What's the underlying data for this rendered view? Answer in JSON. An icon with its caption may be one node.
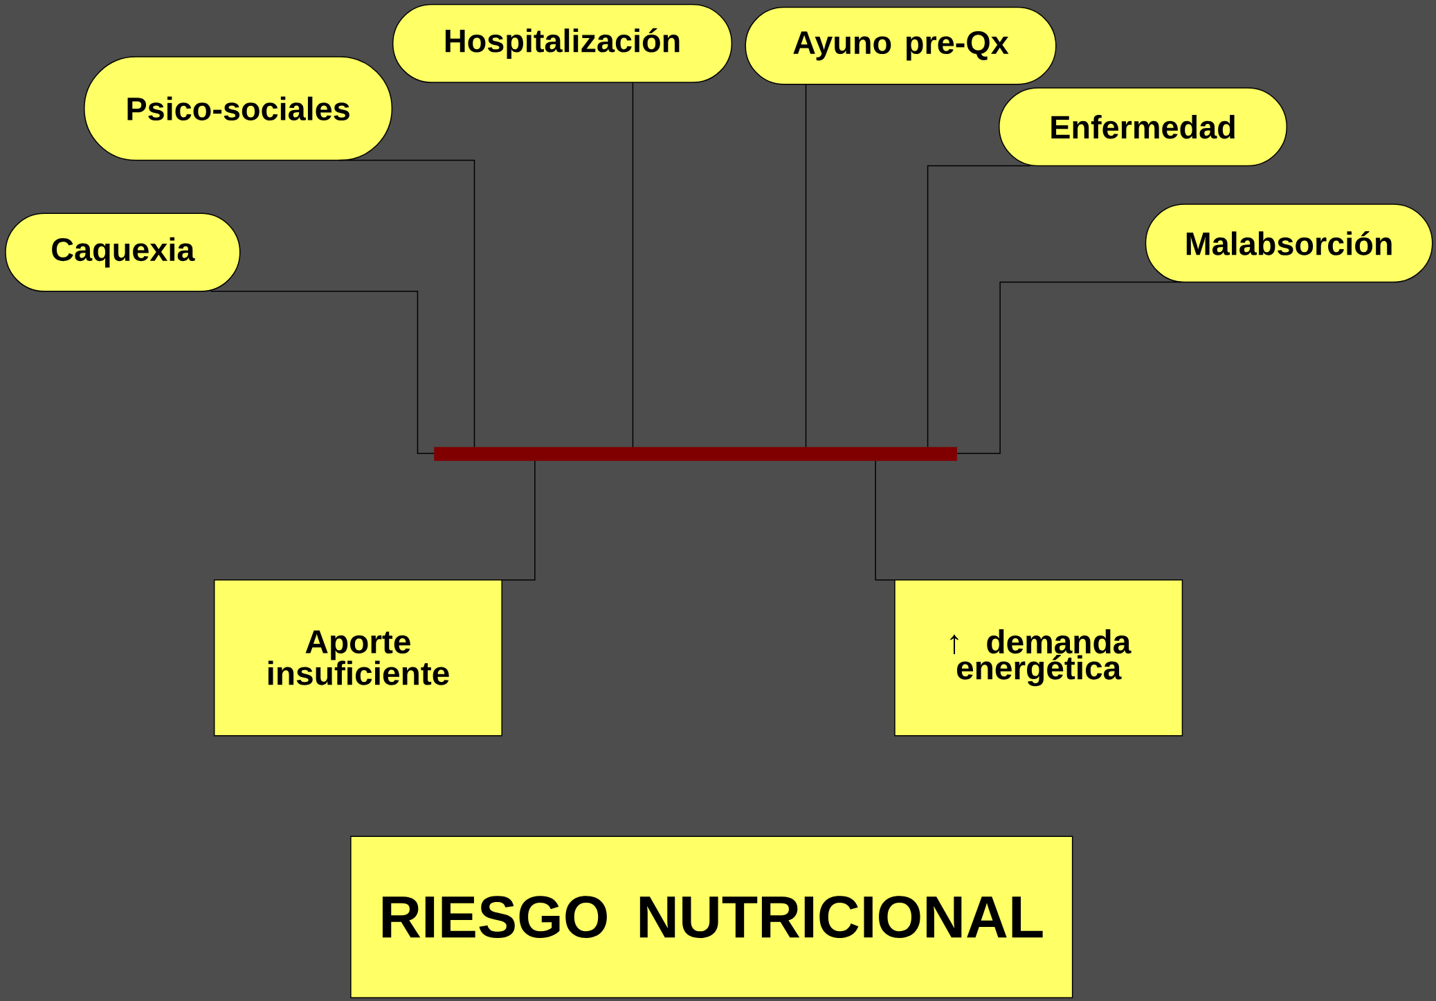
{
  "diagram": {
    "nodes": [
      {
        "text": [
          "Caquexia"
        ]
      },
      {
        "text": [
          "Psico-sociales"
        ]
      },
      {
        "text": [
          "Hospitalización"
        ]
      },
      {
        "text": [
          "Ayuno pre-Qx"
        ]
      },
      {
        "text": [
          "Enfermedad"
        ]
      },
      {
        "text": [
          "Malabsorción"
        ]
      },
      {
        "text": [],
        "shape": "bar"
      },
      {
        "text": [
          "Aporte insuficiente"
        ]
      },
      {
        "text": [
          "↑ demanda energética"
        ]
      },
      {
        "text": [
          "RIESGO NUTRICIONAL"
        ]
      }
    ],
    "edges": [
      {
        "from": 0,
        "to": 6,
        "arrow": "none"
      },
      {
        "from": 1,
        "to": 6,
        "arrow": "none"
      },
      {
        "from": 2,
        "to": 6,
        "arrow": "none"
      },
      {
        "from": 3,
        "to": 6,
        "arrow": "none"
      },
      {
        "from": 4,
        "to": 6,
        "arrow": "none"
      },
      {
        "from": 5,
        "to": 6,
        "arrow": "none"
      },
      {
        "from": 6,
        "to": 7,
        "arrow": "none"
      },
      {
        "from": 6,
        "to": 8,
        "arrow": "none"
      }
    ]
  }
}
